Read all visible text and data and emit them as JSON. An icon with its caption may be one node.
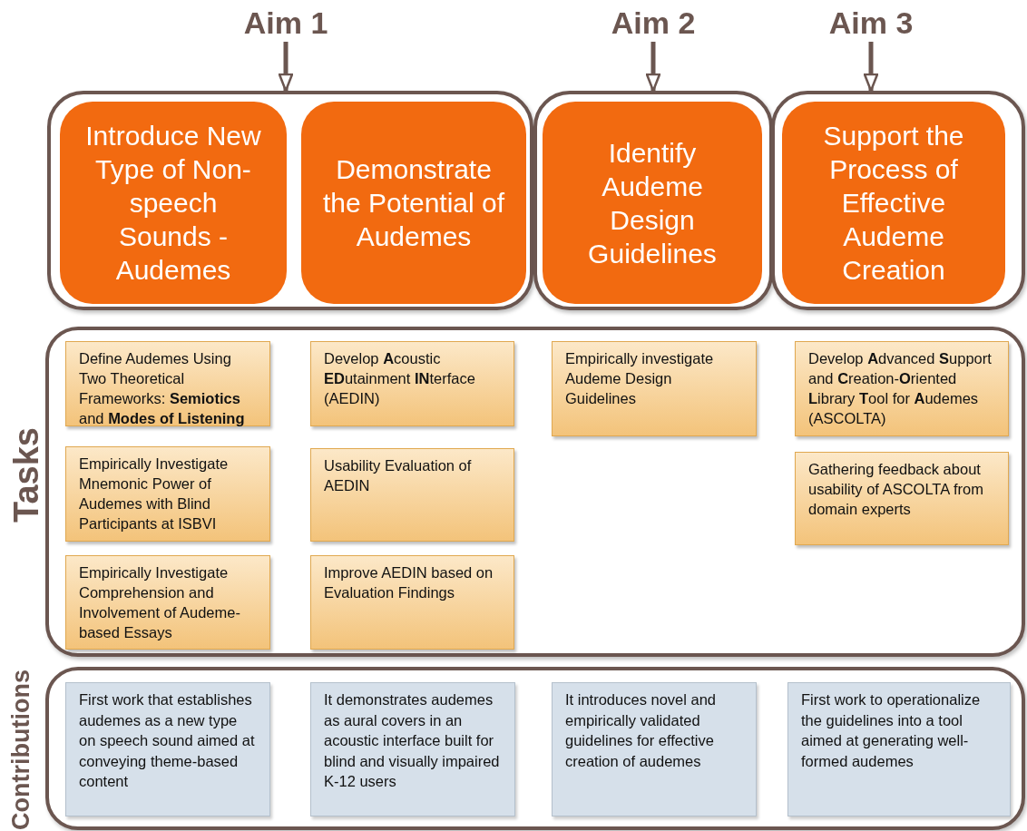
{
  "diagram": {
    "nodes": [
      {
        "text": [
          "Aim 1"
        ]
      },
      {
        "text": [
          "Aim 2"
        ]
      },
      {
        "text": [
          "Aim 3"
        ]
      },
      {
        "text": [],
        "shape": "box"
      },
      {
        "text": [
          "Introduce New Type of Non-speech Sounds - Audemes"
        ],
        "in": 3
      },
      {
        "text": [
          "Demonstrate the Potential of Audemes"
        ],
        "in": 3
      },
      {
        "text": [],
        "shape": "box"
      },
      {
        "text": [
          "Identify Audeme Design Guidelines"
        ],
        "in": 6
      },
      {
        "text": [],
        "shape": "box"
      },
      {
        "text": [
          "Support the Process of Effective Audeme Creation"
        ],
        "in": 8
      },
      {
        "text": [
          "Tasks"
        ]
      },
      {
        "text": [
          "Define Audemes Using Two Theoretical Frameworks: **Semiotics** and **Modes of Listening**"
        ],
        "in": 10
      },
      {
        "text": [
          "Empirically Investigate Mnemonic Power of Audemes with Blind Participants at ISBVI"
        ],
        "in": 10
      },
      {
        "text": [
          "Empirically Investigate Comprehension and Involvement of Audeme-based Essays"
        ],
        "in": 10
      },
      {
        "text": [
          "Develop **A**coustic **ED**utainment **IN**terface (AEDIN)"
        ],
        "in": 10
      },
      {
        "text": [
          "Usability Evaluation of AEDIN"
        ],
        "in": 10
      },
      {
        "text": [
          "Improve AEDIN based on Evaluation Findings"
        ],
        "in": 10
      },
      {
        "text": [
          "Empirically investigate Audeme Design Guidelines"
        ],
        "in": 10
      },
      {
        "text": [
          "Develop **A**dvanced **S**upport and **C**reation-**O**riented **L**ibrary **T**ool for **A**udemes (ASCOLTA)"
        ],
        "in": 10
      },
      {
        "text": [
          "Gathering feedback about usability of ASCOLTA from domain experts"
        ],
        "in": 10
      },
      {
        "text": [
          "Contributions"
        ]
      },
      {
        "text": [
          "First work that establishes audemes as a new type on speech sound aimed at conveying theme-based content"
        ],
        "in": 20
      },
      {
        "text": [
          "It demonstrates audemes as aural covers in an acoustic interface built for blind and visually impaired K-12 users"
        ],
        "in": 20
      },
      {
        "text": [
          "It introduces novel and empirically validated guidelines for effective creation of audemes"
        ],
        "in": 20
      },
      {
        "text": [
          "First work to operationalize the guidelines into a tool aimed at generating well-formed audemes"
        ],
        "in": 20
      }
    ],
    "edges": [
      {
        "from": 0,
        "to": 3,
        "arrow": "to"
      },
      {
        "from": 1,
        "to": 6,
        "arrow": "to"
      },
      {
        "from": 2,
        "to": 8,
        "arrow": "to"
      }
    ]
  }
}
